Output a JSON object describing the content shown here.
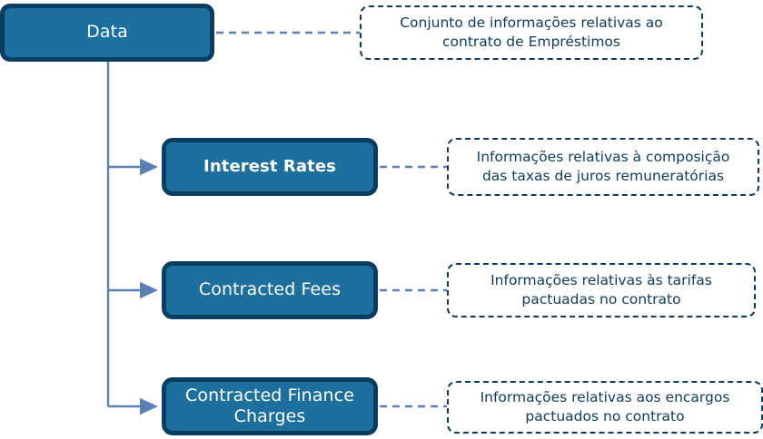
{
  "diagram": {
    "title_node": {
      "id": "data",
      "label": "Data",
      "description": "Conjunto de informações relativas ao\ncontrato de Empréstimos"
    },
    "children": [
      {
        "id": "interest-rates",
        "label": "Interest Rates",
        "description": "Informações relativas à composição\ndas taxas de juros remuneratórias"
      },
      {
        "id": "contracted-fees",
        "label": "Contracted Fees",
        "description": "Informações relativas às tarifas\npactuadas no contrato"
      },
      {
        "id": "contracted-finance-charges",
        "label": "Contracted Finance\nCharges",
        "description": "Informações relativas aos encargos\npactuados no contrato"
      }
    ],
    "colors": {
      "node_fill": "#1d6f9e",
      "node_border": "#0a3d62",
      "node_text": "#ffffff",
      "connector": "#5b7fb5",
      "description_border": "#0e3b5c",
      "description_text": "#0e3b5c",
      "background": "#ffffff"
    }
  }
}
